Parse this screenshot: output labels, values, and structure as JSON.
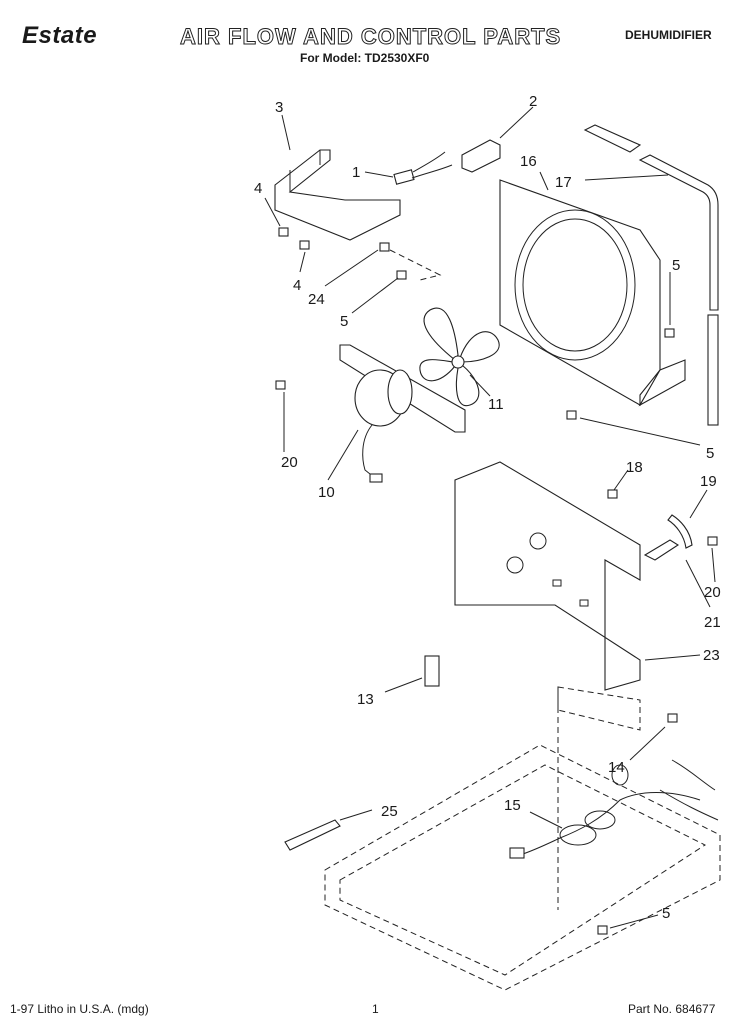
{
  "header": {
    "brand": "Estate",
    "title": "AIR FLOW AND CONTROL PARTS",
    "product": "DEHUMIDIFIER",
    "model": "For Model: TD2530XF0"
  },
  "callouts": {
    "c1": "1",
    "c2": "2",
    "c3": "3",
    "c4a": "4",
    "c4b": "4",
    "c5a": "5",
    "c5b": "5",
    "c5c": "5",
    "c5d": "5",
    "c10": "10",
    "c11": "11",
    "c13": "13",
    "c14": "14",
    "c15": "15",
    "c16": "16",
    "c17": "17",
    "c18": "18",
    "c19": "19",
    "c20a": "20",
    "c20b": "20",
    "c21": "21",
    "c23": "23",
    "c24": "24",
    "c25": "25"
  },
  "footer": {
    "litho": "1-97 Litho in U.S.A. (mdg)",
    "page": "1",
    "part_no": "Part No. 684677"
  }
}
